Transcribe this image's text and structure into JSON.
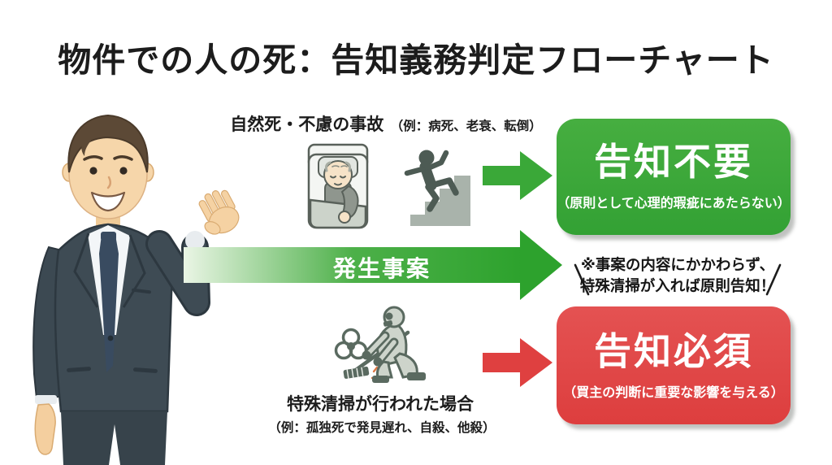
{
  "colors": {
    "background": "#ffffff",
    "green_arrow": "#2fa32f",
    "green_box": "#3aa53a",
    "red_arrow": "#df4040",
    "red_box": "#e04545",
    "text": "#1c1c1c"
  },
  "title": "物件での人の死：告知義務判定フローチャート",
  "flow": {
    "source_arrow_label": "発生事案",
    "note_line1": "※事案の内容にかかわらず、",
    "note_line2": "特殊清掃が入れば原則告知！"
  },
  "natural_death_branch": {
    "label": "自然死・不慮の事故",
    "examples": "（例：病死、老衰、転倒）",
    "icons": [
      "sleeping-elderly-in-bed-icon",
      "falling-down-stairs-icon",
      "green-arrow-right-icon"
    ],
    "result_title": "告知不要",
    "result_subtitle": "（原則として心理的瑕疵にあたらない）"
  },
  "special_cleaning_branch": {
    "label": "特殊清掃が行われた場合",
    "examples": "（例：孤独死で発見遅れ、自殺、他殺）",
    "icons": [
      "biohazard-icon",
      "hazmat-cleaner-icon",
      "red-arrow-right-icon"
    ],
    "result_title": "告知必須",
    "result_subtitle": "（買主の判断に重要な影響を与える）"
  },
  "illustration": "businessman-presenter"
}
